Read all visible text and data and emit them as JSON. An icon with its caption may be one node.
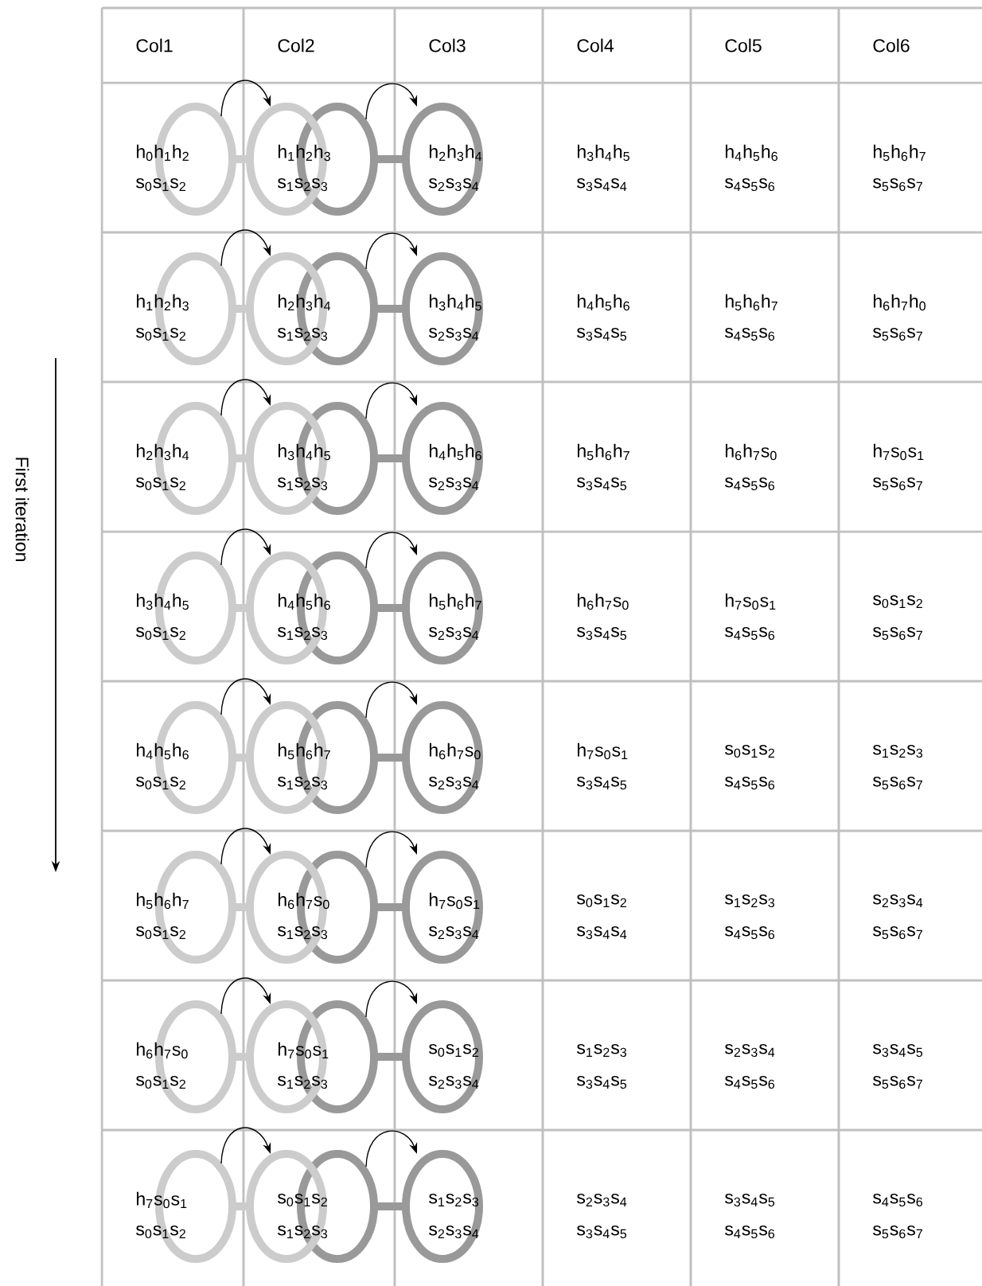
{
  "diagram": {
    "labels": [
      "Col1",
      "Col2",
      "Col3",
      "Col4",
      "Col5",
      "Col6",
      "h$_{0}$h$_{1}$h$_{2}$",
      "s$_{0}$s$_{1}$s$_{2}$",
      "h$_{1}$h$_{2}$h$_{3}$",
      "s$_{1}$s$_{2}$s$_{3}$",
      "h$_{2}$h$_{3}$h$_{4}$",
      "s$_{2}$s$_{3}$s$_{4}$",
      "h$_{3}$h$_{4}$h$_{5}$",
      "s$_{3}$s$_{4}$s$_{4}$",
      "h$_{4}$h$_{5}$h$_{6}$",
      "s$_{4}$s$_{5}$s$_{6}$",
      "h$_{5}$h$_{6}$h$_{7}$",
      "s$_{5}$s$_{6}$s$_{7}$",
      "h$_{1}$h$_{2}$h$_{3}$",
      "s$_{0}$s$_{1}$s$_{2}$",
      "h$_{2}$h$_{3}$h$_{4}$",
      "s$_{1}$s$_{2}$s$_{3}$",
      "h$_{3}$h$_{4}$h$_{5}$",
      "s$_{2}$s$_{3}$s$_{4}$",
      "h$_{4}$h$_{5}$h$_{6}$",
      "s$_{3}$s$_{4}$s$_{5}$",
      "h$_{5}$h$_{6}$h$_{7}$",
      "s$_{4}$s$_{5}$s$_{6}$",
      "h$_{6}$h$_{7}$h$_{0}$",
      "s$_{5}$s$_{6}$s$_{7}$",
      "h$_{2}$h$_{3}$h$_{4}$",
      "s$_{0}$s$_{1}$s$_{2}$",
      "h$_{3}$h$_{4}$h$_{5}$",
      "s$_{1}$s$_{2}$s$_{3}$",
      "h$_{4}$h$_{5}$h$_{6}$",
      "s$_{2}$s$_{3}$s$_{4}$",
      "h$_{5}$h$_{6}$h$_{7}$",
      "s$_{3}$s$_{4}$s$_{5}$",
      "h$_{6}$h$_{7}$s$_{0}$",
      "s$_{4}$s$_{5}$s$_{6}$",
      "h$_{7}$s$_{0}$s$_{1}$",
      "s$_{5}$s$_{6}$s$_{7}$",
      "h$_{3}$h$_{4}$h$_{5}$",
      "s$_{0}$s$_{1}$s$_{2}$",
      "h$_{4}$h$_{5}$h$_{6}$",
      "s$_{1}$s$_{2}$s$_{3}$",
      "h$_{5}$h$_{6}$h$_{7}$",
      "s$_{2}$s$_{3}$s$_{4}$",
      "h$_{6}$h$_{7}$s$_{0}$",
      "s$_{3}$s$_{4}$s$_{5}$",
      "h$_{7}$s$_{0}$s$_{1}$",
      "s$_{4}$s$_{5}$s$_{6}$",
      "s$_{0}$s$_{1}$s$_{2}$",
      "s$_{5}$s$_{6}$s$_{7}$",
      "h$_{4}$h$_{5}$h$_{6}$",
      "s$_{0}$s$_{1}$s$_{2}$",
      "h$_{5}$h$_{6}$h$_{7}$",
      "s$_{1}$s$_{2}$s$_{3}$",
      "h$_{6}$h$_{7}$s$_{0}$",
      "s$_{2}$s$_{3}$s$_{4}$",
      "h$_{7}$s$_{0}$s$_{1}$",
      "s$_{3}$s$_{4}$s$_{5}$",
      "s$_{0}$s$_{1}$s$_{2}$",
      "s$_{4}$s$_{5}$s$_{6}$",
      "s$_{1}$s$_{2}$s$_{3}$",
      "s$_{5}$s$_{6}$s$_{7}$",
      "h$_{5}$h$_{6}$h$_{7}$",
      "s$_{0}$s$_{1}$s$_{2}$",
      "h$_{6}$h$_{7}$s$_{0}$",
      "s$_{1}$s$_{2}$s$_{3}$",
      "h$_{7}$s$_{0}$s$_{1}$",
      "s$_{2}$s$_{3}$s$_{4}$",
      "s$_{0}$s$_{1}$s$_{2}$",
      "s$_{3}$s$_{4}$s$_{4}$",
      "s$_{1}$s$_{2}$s$_{3}$",
      "s$_{4}$s$_{5}$s$_{6}$",
      "s$_{2}$s$_{3}$s$_{4}$",
      "s$_{5}$s$_{6}$s$_{7}$",
      "h$_{6}$h$_{7}$s$_{0}$",
      "s$_{0}$s$_{1}$s$_{2}$",
      "h$_{7}$s$_{0}$s$_{1}$",
      "s$_{1}$s$_{2}$s$_{3}$",
      "s$_{0}$s$_{1}$s$_{2}$",
      "s$_{2}$s$_{3}$s$_{4}$",
      "s$_{1}$s$_{2}$s$_{3}$",
      "s$_{3}$s$_{4}$s$_{5}$",
      "s$_{2}$s$_{3}$s$_{4}$",
      "s$_{4}$s$_{5}$s$_{6}$",
      "s$_{3}$s$_{4}$s$_{5}$",
      "s$_{5}$s$_{6}$s$_{7}$",
      "h$_{7}$s$_{0}$s$_{1}$",
      "s$_{0}$s$_{1}$s$_{2}$",
      "s$_{0}$s$_{1}$s$_{2}$",
      "s$_{1}$s$_{2}$s$_{3}$",
      "s$_{1}$s$_{2}$s$_{3}$",
      "s$_{2}$s$_{3}$s$_{4}$",
      "s$_{2}$s$_{3}$s$_{4}$",
      "s$_{3}$s$_{4}$s$_{5}$",
      "s$_{3}$s$_{4}$s$_{5}$",
      "s$_{4}$s$_{5}$s$_{6}$",
      "s$_{4}$s$_{5}$s$_{6}$",
      "s$_{5}$s$_{6}$s$_{7}$",
      "First iteration"
    ]
  }
}
